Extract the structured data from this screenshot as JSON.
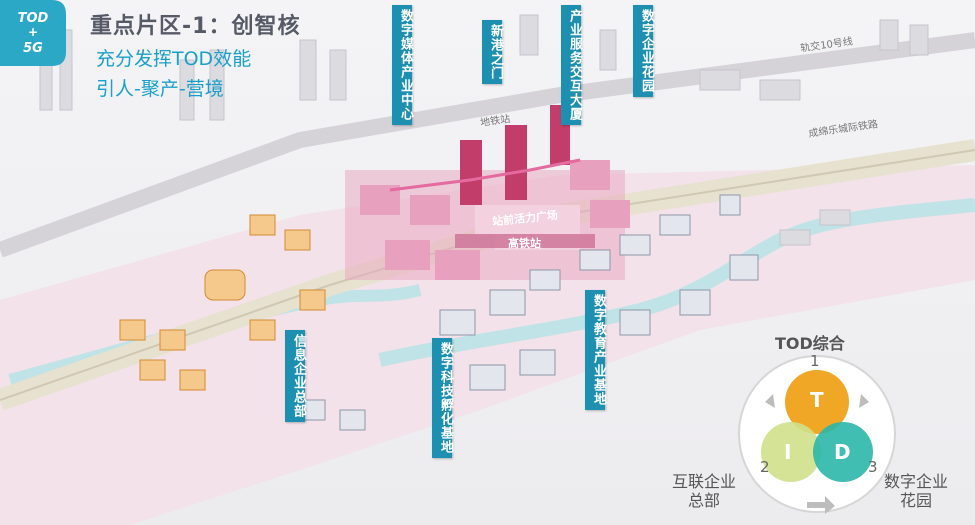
{
  "badge": {
    "line1": "TOD",
    "line2": "+",
    "line3": "5G"
  },
  "title": "重点片区-1：创智核",
  "subtitle_1": "充分发挥TOD效能",
  "subtitle_2": "引人-聚产-营境",
  "callouts": {
    "digital_media": "数字媒体产业中心",
    "new_gate": "新港之门",
    "industry_service": "产业服务交互大厦",
    "digital_park_top": "数字企业花园",
    "internet_hq": "信息企业总部",
    "digital_tech": "数字科技孵化基地",
    "digital_edu": "数字教育产业基地"
  },
  "map_labels": {
    "metro_line": "轨交10号线",
    "railway": "成绵乐城际铁路",
    "metro_station": "地铁站",
    "plaza": "站前活力广场",
    "hsr_station": "高铁站"
  },
  "legend": {
    "title": "TOD综合",
    "num1": "1",
    "num2": "2",
    "num3": "3",
    "t": "T",
    "i": "I",
    "d": "D",
    "label_left_1": "互联企业",
    "label_left_2": "总部",
    "label_right_1": "数字企业",
    "label_right_2": "花园"
  },
  "colors": {
    "accent_blue": "#1d8fb0",
    "tod_orange": "#f0a21a",
    "tod_green": "#cfe08a",
    "tod_teal": "#2ab7a8",
    "core_pink": "#d9537e"
  }
}
